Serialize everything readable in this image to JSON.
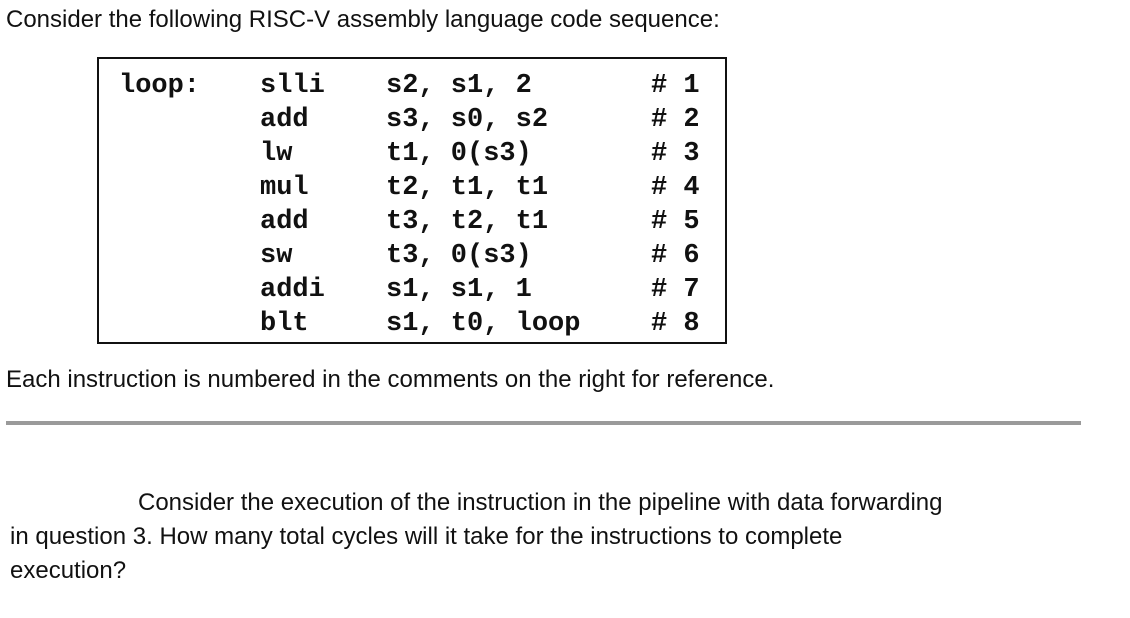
{
  "intro_text": "Consider the following RISC-V assembly language code sequence:",
  "code_lines": [
    {
      "label": "loop:",
      "op": "slli",
      "args": "s2, s1, 2",
      "comment": "# 1"
    },
    {
      "label": "",
      "op": "add",
      "args": "s3, s0, s2",
      "comment": "# 2"
    },
    {
      "label": "",
      "op": "lw",
      "args": "t1, 0(s3)",
      "comment": "# 3"
    },
    {
      "label": "",
      "op": "mul",
      "args": "t2, t1, t1",
      "comment": "# 4"
    },
    {
      "label": "",
      "op": "add",
      "args": "t3, t2, t1",
      "comment": "# 5"
    },
    {
      "label": "",
      "op": "sw",
      "args": "t3, 0(s3)",
      "comment": "# 6"
    },
    {
      "label": "",
      "op": "addi",
      "args": "s1, s1, 1",
      "comment": "# 7"
    },
    {
      "label": "",
      "op": "blt",
      "args": "s1, t0, loop",
      "comment": "# 8"
    }
  ],
  "note_text": "Each instruction is numbered in the comments on the right for reference.",
  "question": {
    "line1": "Consider the execution of the instruction in the pipeline with data forwarding",
    "line2": "in question 3.  How many total cycles will it take for the instructions to complete",
    "line3": "execution?"
  },
  "colors": {
    "text": "#111111",
    "divider": "#9a9a9a",
    "border": "#111111"
  }
}
